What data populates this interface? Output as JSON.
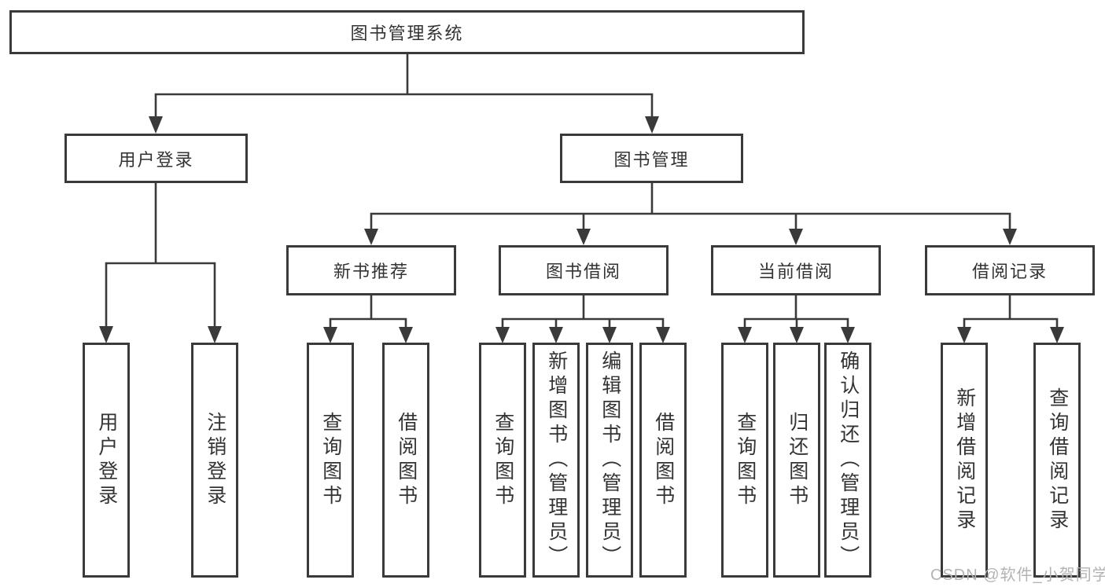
{
  "diagram": {
    "title_node": {
      "label": "图书管理系统"
    },
    "level2": [
      {
        "label": "用户登录"
      },
      {
        "label": "图书管理"
      }
    ],
    "level3": [
      {
        "label": "新书推荐"
      },
      {
        "label": "图书借阅"
      },
      {
        "label": "当前借阅"
      },
      {
        "label": "借阅记录"
      }
    ],
    "leaves": [
      {
        "label": "用户登录",
        "parent": "用户登录"
      },
      {
        "label": "注销登录",
        "parent": "用户登录"
      },
      {
        "label": "查询图书",
        "parent": "新书推荐"
      },
      {
        "label": "借阅图书",
        "parent": "新书推荐"
      },
      {
        "label": "查询图书",
        "parent": "图书借阅"
      },
      {
        "label": "新增图书（管理员）",
        "parent": "图书借阅"
      },
      {
        "label": "编辑图书（管理员）",
        "parent": "图书借阅"
      },
      {
        "label": "借阅图书",
        "parent": "图书借阅"
      },
      {
        "label": "查询图书",
        "parent": "当前借阅"
      },
      {
        "label": "归还图书",
        "parent": "当前借阅"
      },
      {
        "label": "确认归还（管理员）",
        "parent": "当前借阅"
      },
      {
        "label": "新增借阅记录",
        "parent": "借阅记录"
      },
      {
        "label": "查询借阅记录",
        "parent": "借阅记录"
      }
    ]
  },
  "watermark": {
    "text": "CSDN @软件_小贺同学"
  },
  "colors": {
    "line": "#3a3a3a",
    "text": "#333333",
    "background": "#ffffff",
    "watermark": "#b3b3b3"
  }
}
